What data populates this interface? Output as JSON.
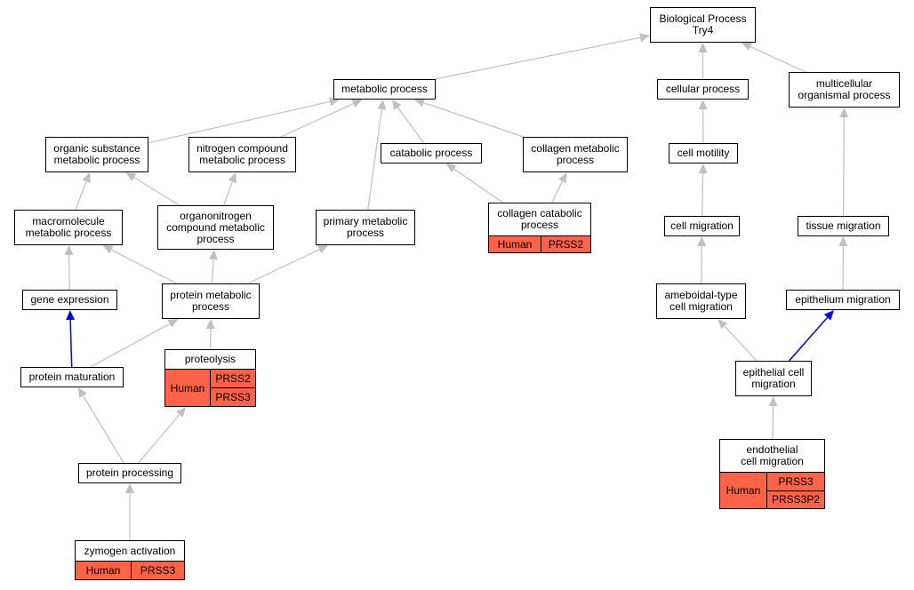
{
  "colors": {
    "edge": "#c0c0c0",
    "highlight_edge": "#0000ee",
    "annotation_fill": "#ff6347",
    "node_border": "#000000"
  },
  "nodes": {
    "biological_process": [
      "Biological Process",
      "Try4"
    ],
    "metabolic_process": [
      "metabolic process"
    ],
    "cellular_process": [
      "cellular process"
    ],
    "multicellular_organismal_process": [
      "multicellular",
      "organismal process"
    ],
    "organic_substance_metabolic_process": [
      "organic substance",
      "metabolic process"
    ],
    "nitrogen_compound_metabolic_process": [
      "nitrogen compound",
      "metabolic process"
    ],
    "catabolic_process": [
      "catabolic process"
    ],
    "collagen_metabolic_process": [
      "collagen metabolic",
      "process"
    ],
    "cell_motility": [
      "cell motility"
    ],
    "macromolecule_metabolic_process": [
      "macromolecule",
      "metabolic process"
    ],
    "organonitrogen_compound_metabolic_process": [
      "organonitrogen",
      "compound metabolic",
      "process"
    ],
    "primary_metabolic_process": [
      "primary metabolic",
      "process"
    ],
    "cell_migration": [
      "cell migration"
    ],
    "tissue_migration": [
      "tissue migration"
    ],
    "gene_expression": [
      "gene expression"
    ],
    "protein_metabolic_process": [
      "protein metabolic",
      "process"
    ],
    "ameboidal_type_cell_migration": [
      "ameboidal-type",
      "cell migration"
    ],
    "epithelium_migration": [
      "epithelium migration"
    ],
    "protein_maturation": [
      "protein maturation"
    ],
    "epithelial_cell_migration": [
      "epithelial cell",
      "migration"
    ],
    "protein_processing": [
      "protein processing"
    ]
  },
  "annotated_nodes": {
    "collagen_catabolic_process": {
      "title": [
        "collagen catabolic",
        "process"
      ],
      "species": "Human",
      "genes": [
        "PRSS2"
      ]
    },
    "proteolysis": {
      "title": [
        "proteolysis"
      ],
      "species": "Human",
      "genes": [
        "PRSS2",
        "PRSS3"
      ]
    },
    "endothelial_cell_migration": {
      "title": [
        "endothelial",
        "cell migration"
      ],
      "species": "Human",
      "genes": [
        "PRSS3",
        "PRSS3P2"
      ]
    },
    "zymogen_activation": {
      "title": [
        "zymogen activation"
      ],
      "species": "Human",
      "genes": [
        "PRSS3"
      ]
    }
  },
  "edges": [
    {
      "from": "metabolic_process",
      "to": "biological_process",
      "highlight": false
    },
    {
      "from": "cellular_process",
      "to": "biological_process",
      "highlight": false
    },
    {
      "from": "multicellular_organismal_process",
      "to": "biological_process",
      "highlight": false
    },
    {
      "from": "organic_substance_metabolic_process",
      "to": "metabolic_process",
      "highlight": false
    },
    {
      "from": "nitrogen_compound_metabolic_process",
      "to": "metabolic_process",
      "highlight": false
    },
    {
      "from": "primary_metabolic_process",
      "to": "metabolic_process",
      "highlight": false
    },
    {
      "from": "catabolic_process",
      "to": "metabolic_process",
      "highlight": false
    },
    {
      "from": "collagen_metabolic_process",
      "to": "metabolic_process",
      "highlight": false
    },
    {
      "from": "collagen_catabolic_process",
      "to": "catabolic_process",
      "highlight": false
    },
    {
      "from": "collagen_catabolic_process",
      "to": "collagen_metabolic_process",
      "highlight": false
    },
    {
      "from": "cell_motility",
      "to": "cellular_process",
      "highlight": false
    },
    {
      "from": "cell_migration",
      "to": "cell_motility",
      "highlight": false
    },
    {
      "from": "tissue_migration",
      "to": "multicellular_organismal_process",
      "highlight": false
    },
    {
      "from": "macromolecule_metabolic_process",
      "to": "organic_substance_metabolic_process",
      "highlight": false
    },
    {
      "from": "organonitrogen_compound_metabolic_process",
      "to": "organic_substance_metabolic_process",
      "highlight": false
    },
    {
      "from": "organonitrogen_compound_metabolic_process",
      "to": "nitrogen_compound_metabolic_process",
      "highlight": false
    },
    {
      "from": "gene_expression",
      "to": "macromolecule_metabolic_process",
      "highlight": false
    },
    {
      "from": "protein_metabolic_process",
      "to": "macromolecule_metabolic_process",
      "highlight": false
    },
    {
      "from": "protein_metabolic_process",
      "to": "organonitrogen_compound_metabolic_process",
      "highlight": false
    },
    {
      "from": "protein_metabolic_process",
      "to": "primary_metabolic_process",
      "highlight": false
    },
    {
      "from": "ameboidal_type_cell_migration",
      "to": "cell_migration",
      "highlight": false
    },
    {
      "from": "epithelium_migration",
      "to": "tissue_migration",
      "highlight": false
    },
    {
      "from": "protein_maturation",
      "to": "gene_expression",
      "highlight": true
    },
    {
      "from": "protein_maturation",
      "to": "protein_metabolic_process",
      "highlight": false
    },
    {
      "from": "proteolysis",
      "to": "protein_metabolic_process",
      "highlight": false
    },
    {
      "from": "epithelial_cell_migration",
      "to": "ameboidal_type_cell_migration",
      "highlight": false
    },
    {
      "from": "epithelial_cell_migration",
      "to": "epithelium_migration",
      "highlight": true
    },
    {
      "from": "endothelial_cell_migration",
      "to": "epithelial_cell_migration",
      "highlight": false
    },
    {
      "from": "protein_processing",
      "to": "protein_maturation",
      "highlight": false
    },
    {
      "from": "protein_processing",
      "to": "proteolysis",
      "highlight": false
    },
    {
      "from": "zymogen_activation",
      "to": "protein_processing",
      "highlight": false
    }
  ]
}
